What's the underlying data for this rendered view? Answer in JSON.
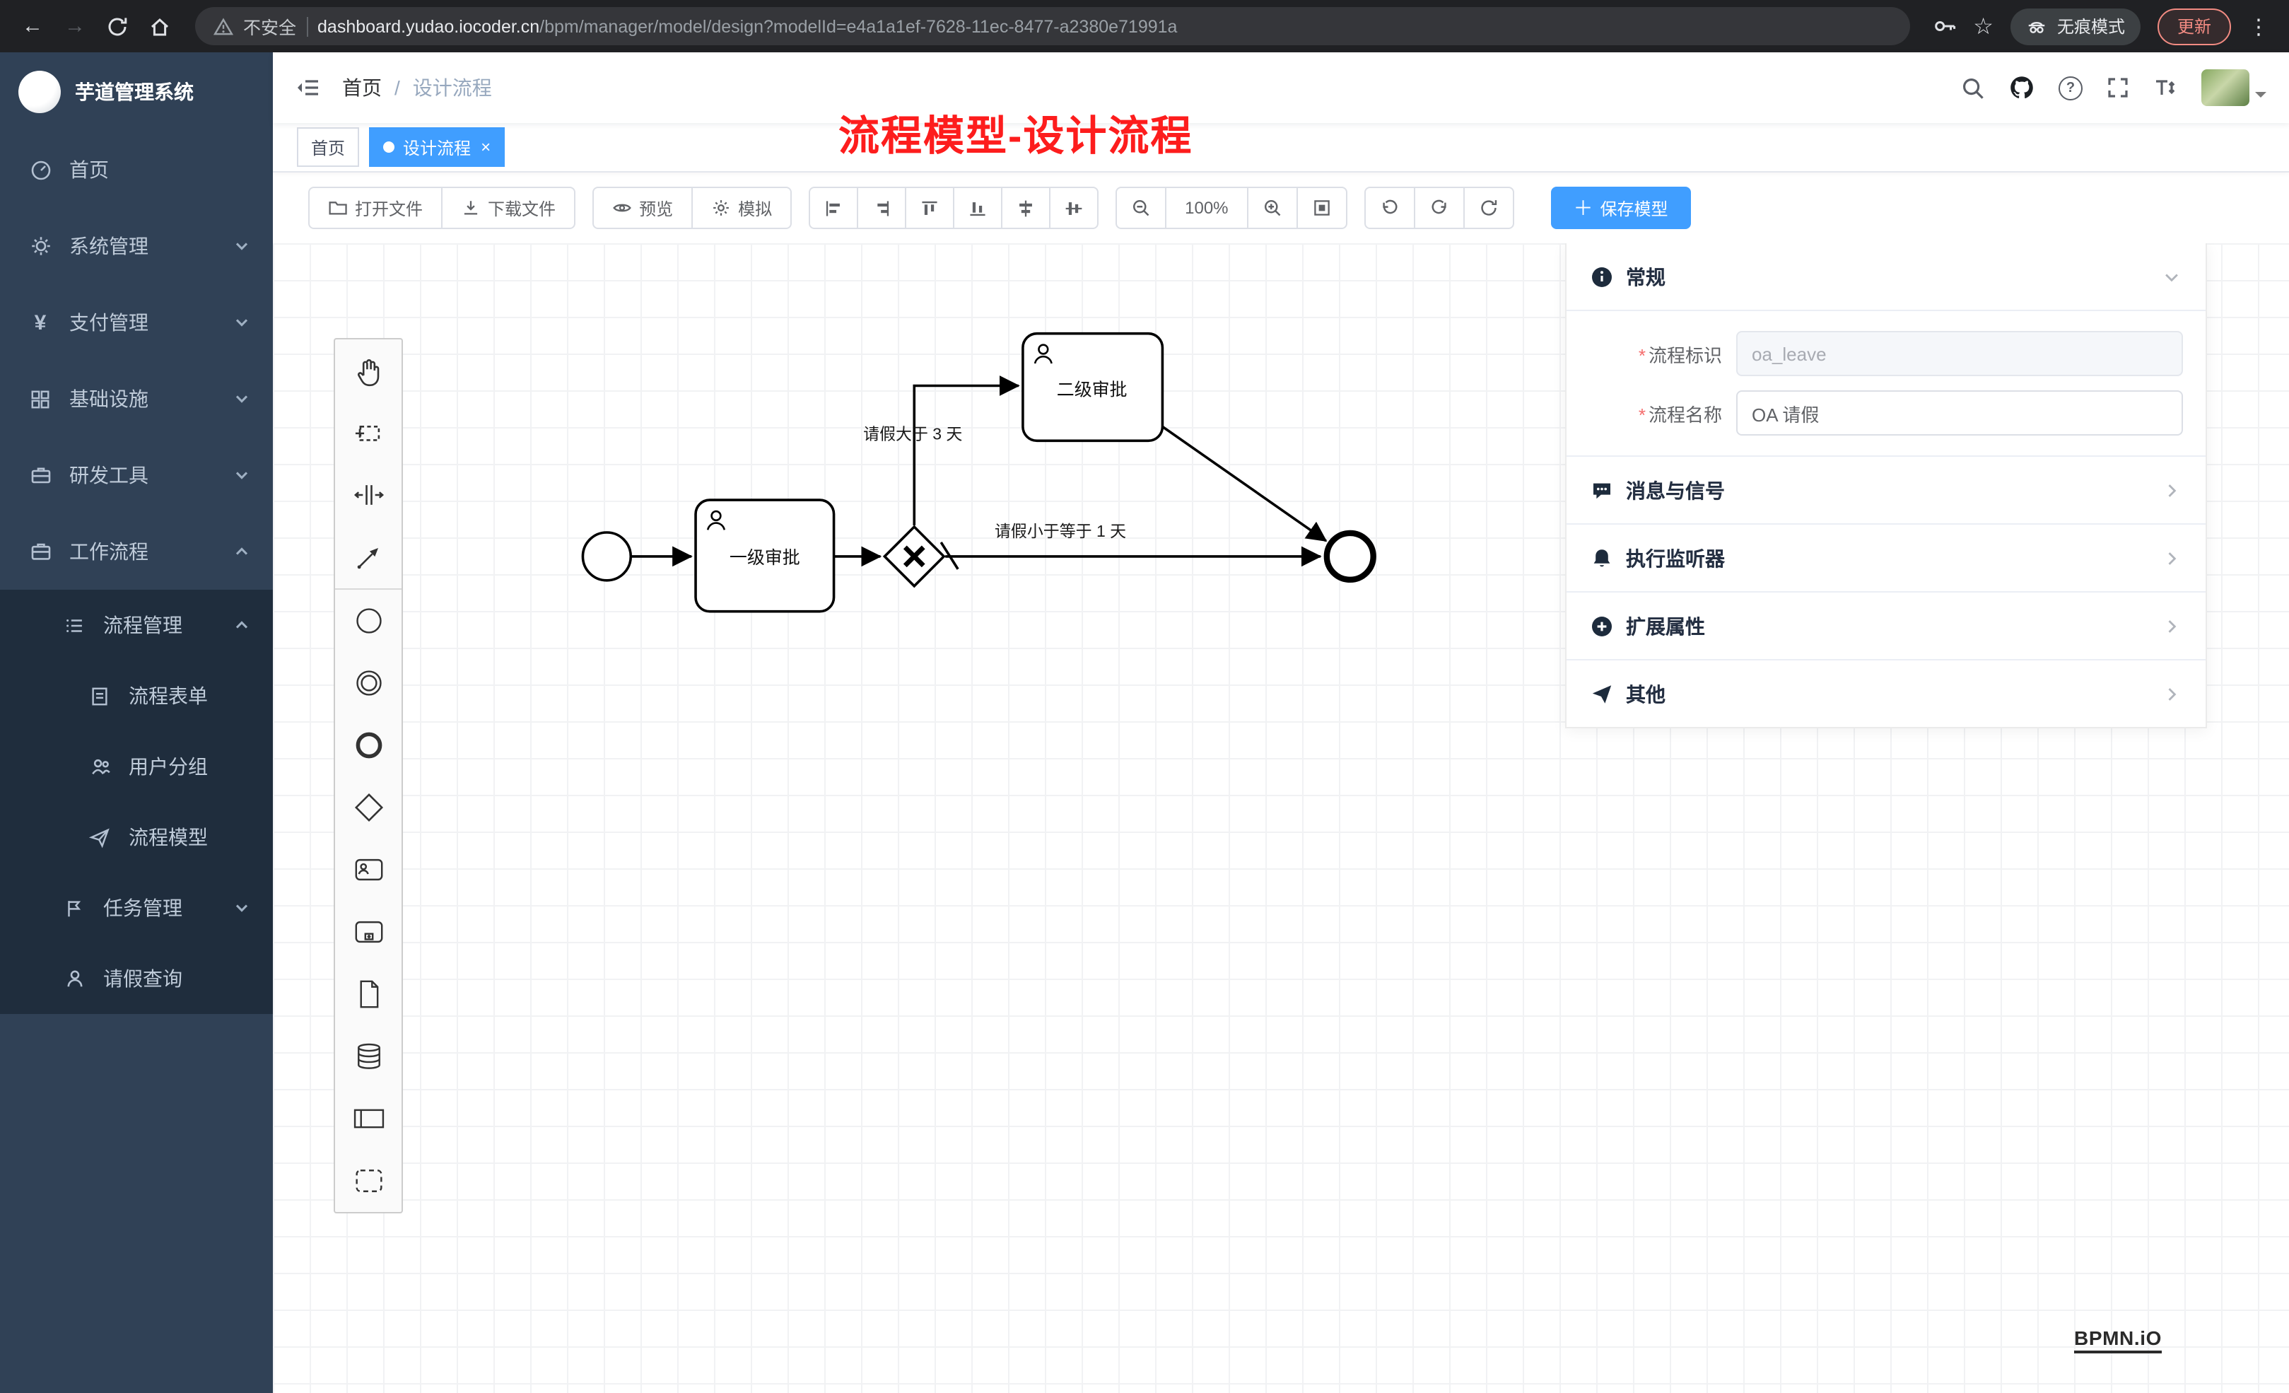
{
  "browser": {
    "security_label": "不安全",
    "url_host": "dashboard.yudao.iocoder.cn",
    "url_path": "/bpm/manager/model/design?modelId=e4a1a1ef-7628-11ec-8477-a2380e71991a",
    "incognito_label": "无痕模式",
    "update_label": "更新"
  },
  "sidebar": {
    "logo_title": "芋道管理系统",
    "items": [
      {
        "label": "首页",
        "icon": "gauge-icon"
      },
      {
        "label": "系统管理",
        "icon": "gear-icon",
        "chevron": "down"
      },
      {
        "label": "支付管理",
        "icon": "yen-icon",
        "chevron": "down"
      },
      {
        "label": "基础设施",
        "icon": "grid-icon",
        "chevron": "down"
      },
      {
        "label": "研发工具",
        "icon": "toolbox-icon",
        "chevron": "down"
      },
      {
        "label": "工作流程",
        "icon": "briefcase-icon",
        "chevron": "up"
      },
      {
        "label": "流程管理",
        "icon": "list-icon",
        "chevron": "up"
      },
      {
        "label": "流程表单",
        "icon": "form-icon"
      },
      {
        "label": "用户分组",
        "icon": "users-icon"
      },
      {
        "label": "流程模型",
        "icon": "send-icon"
      },
      {
        "label": "任务管理",
        "icon": "flag-icon",
        "chevron": "down"
      },
      {
        "label": "请假查询",
        "icon": "user-icon"
      }
    ]
  },
  "navbar": {
    "breadcrumb": [
      "首页",
      "设计流程"
    ],
    "breadcrumb_separator": "/",
    "annotation": "流程模型-设计流程"
  },
  "tags": {
    "items": [
      {
        "label": "首页",
        "active": false
      },
      {
        "label": "设计流程",
        "active": true
      }
    ]
  },
  "toolbar": {
    "open_label": "打开文件",
    "download_label": "下载文件",
    "preview_label": "预览",
    "simulate_label": "模拟",
    "zoom_level": "100%",
    "save_label": "保存模型",
    "align_tools": [
      "align-left",
      "align-right",
      "align-top",
      "align-bottom",
      "align-center-horizontal",
      "align-center-vertical"
    ],
    "history_tools": [
      "undo",
      "redo",
      "restart"
    ]
  },
  "palette": {
    "tools": [
      "hand-tool",
      "lasso-tool",
      "space-tool",
      "global-connect-tool",
      "start-event",
      "intermediate-event",
      "end-event",
      "exclusive-gateway",
      "user-task",
      "call-activity",
      "data-object",
      "data-store",
      "participant",
      "group"
    ]
  },
  "diagram": {
    "nodes": {
      "task1": "一级审批",
      "task2": "二级审批"
    },
    "edges": {
      "greater": "请假大于 3 天",
      "less_equal": "请假小于等于 1 天"
    }
  },
  "panel": {
    "sections": [
      {
        "title": "常规"
      },
      {
        "title": "消息与信号"
      },
      {
        "title": "执行监听器"
      },
      {
        "title": "扩展属性"
      },
      {
        "title": "其他"
      }
    ],
    "fields": {
      "key_label": "流程标识",
      "key_value": "oa_leave",
      "name_label": "流程名称",
      "name_value": "OA 请假"
    }
  },
  "watermark": "BPMN.iO"
}
